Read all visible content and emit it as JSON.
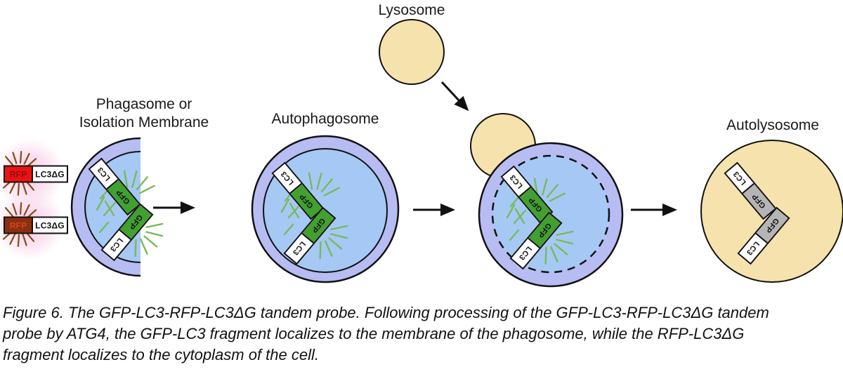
{
  "figure": {
    "labels": {
      "phagophore": "Phagasome or\nIsolation Membrane",
      "autophagosome": "Autophagosome",
      "lysosome": "Lysosome",
      "autolysosome": "Autolysosome"
    },
    "probe": {
      "rfp": "RFP",
      "lc3dg": "LC3ΔG",
      "gfp": "GFP",
      "lc3": "LC3"
    },
    "caption": "Figure 6. The GFP-LC3-RFP-LC3ΔG tandem probe. Following processing of the GFP-LC3-RFP-LC3ΔG tandem\nprobe by ATG4, the GFP-LC3 fragment localizes to the membrane of the phagosome, while the RFP-LC3ΔG\nfragment localizes to the cytoplasm of the cell.",
    "colors": {
      "membrane_ring": "#b7bdf2",
      "vesicle_fill": "#a6c8f4",
      "lysosome_fill": "#f6e2ac",
      "gfp_active": "#41a030",
      "gfp_quenched": "#b5b5b5",
      "rfp_bright": "#ec1212",
      "rfp_dark": "#8a2f10",
      "ray_green": "#78ba5a",
      "ray_red": "#8a4a15",
      "glow_pink": "#f9cfe4"
    }
  }
}
